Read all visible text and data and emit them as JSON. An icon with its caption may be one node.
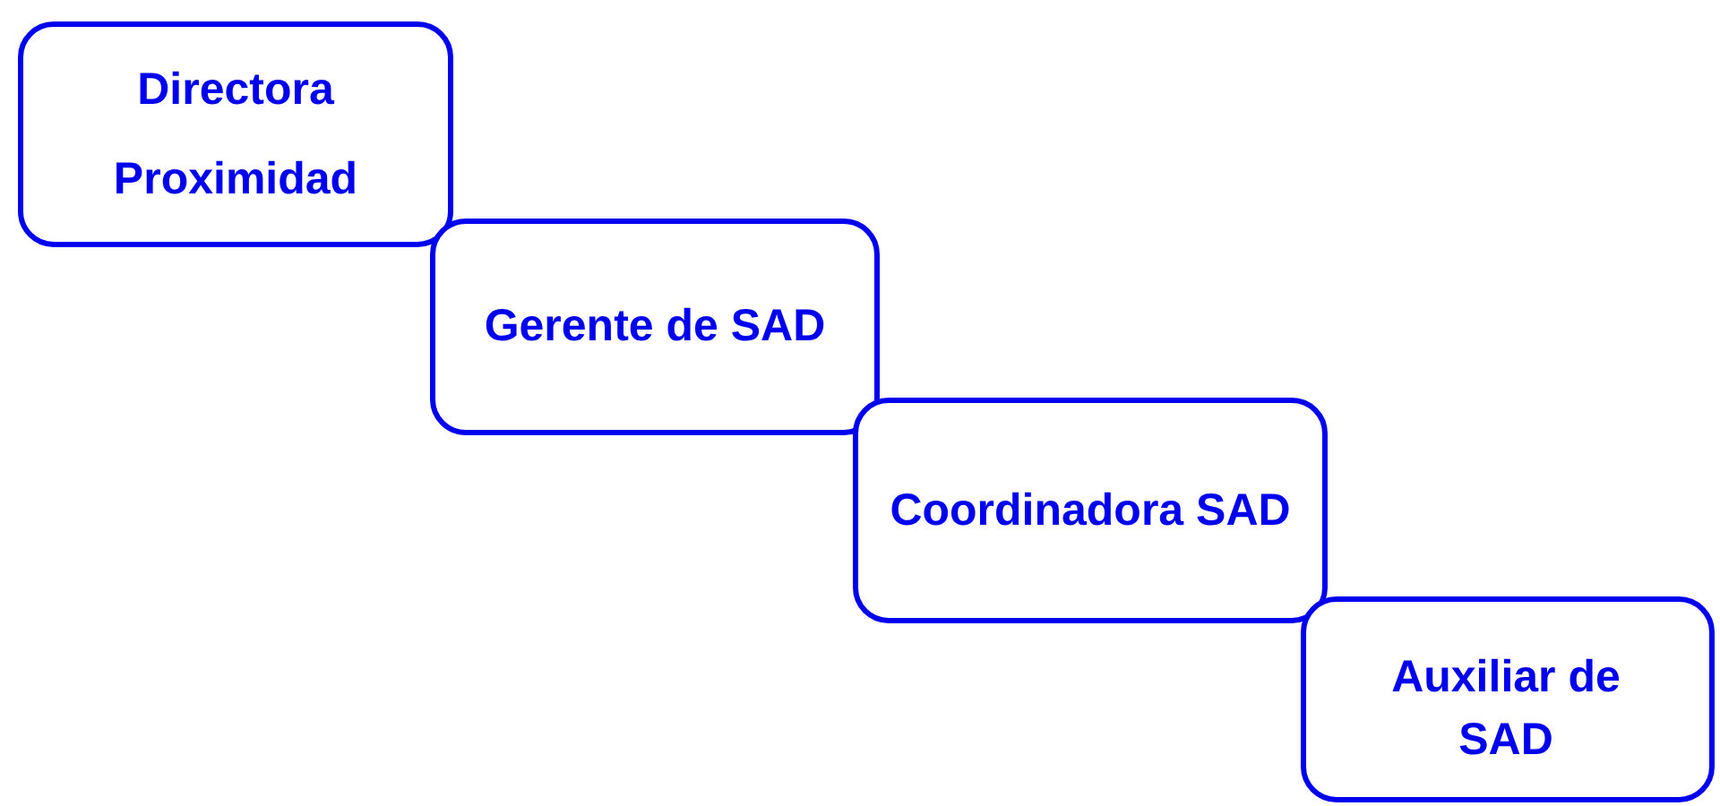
{
  "diagram": {
    "nodes": [
      {
        "text": [
          "Directora Proximidad"
        ]
      },
      {
        "text": [
          "Gerente de SAD"
        ]
      },
      {
        "text": [
          "Coordinadora SAD"
        ]
      },
      {
        "text": [
          "Auxiliar de SAD"
        ]
      }
    ]
  }
}
